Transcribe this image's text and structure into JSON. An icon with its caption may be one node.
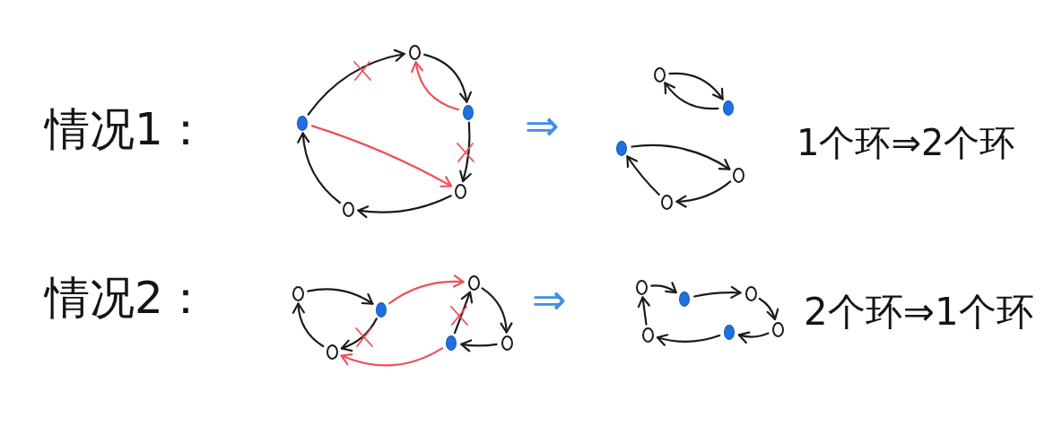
{
  "diagram": {
    "nodes": [
      {
        "text": [],
        "shape": "dot"
      },
      {
        "text": [],
        "shape": "circle"
      },
      {
        "text": [],
        "shape": "dot"
      },
      {
        "text": [],
        "shape": "circle"
      },
      {
        "text": [],
        "shape": "circle"
      },
      {
        "text": [],
        "shape": "circle"
      },
      {
        "text": [],
        "shape": "dot"
      },
      {
        "text": [],
        "shape": "dot"
      },
      {
        "text": [],
        "shape": "circle"
      },
      {
        "text": [],
        "shape": "circle"
      },
      {
        "text": [],
        "shape": "circle"
      },
      {
        "text": [],
        "shape": "dot"
      },
      {
        "text": [],
        "shape": "circle"
      },
      {
        "text": [],
        "shape": "circle"
      },
      {
        "text": [],
        "shape": "dot"
      },
      {
        "text": [],
        "shape": "circle"
      },
      {
        "text": [],
        "shape": "circle"
      },
      {
        "text": [],
        "shape": "dot"
      },
      {
        "text": [],
        "shape": "circle"
      },
      {
        "text": [],
        "shape": "circle"
      },
      {
        "text": [],
        "shape": "dot"
      },
      {
        "text": [],
        "shape": "circle"
      }
    ],
    "edges": [
      {
        "from": 0,
        "to": 1,
        "arrow": "to"
      },
      {
        "from": 1,
        "to": 2,
        "arrow": "to"
      },
      {
        "from": 2,
        "to": 1,
        "arrow": "to",
        "color": "#ef4f5a"
      },
      {
        "from": 2,
        "to": 3,
        "arrow": "to"
      },
      {
        "from": 0,
        "to": 3,
        "arrow": "to",
        "color": "#ef4f5a"
      },
      {
        "from": 3,
        "to": 4,
        "arrow": "to"
      },
      {
        "from": 4,
        "to": 0,
        "arrow": "to"
      },
      {
        "from": 5,
        "to": 6,
        "arrow": "to"
      },
      {
        "from": 6,
        "to": 5,
        "arrow": "to"
      },
      {
        "from": 7,
        "to": 8,
        "arrow": "to"
      },
      {
        "from": 8,
        "to": 9,
        "arrow": "to"
      },
      {
        "from": 9,
        "to": 7,
        "arrow": "to"
      },
      {
        "from": 10,
        "to": 11,
        "arrow": "to"
      },
      {
        "from": 11,
        "to": 12,
        "arrow": "to"
      },
      {
        "from": 12,
        "to": 10,
        "arrow": "to"
      },
      {
        "from": 11,
        "to": 13,
        "arrow": "to",
        "color": "#ef4f5a"
      },
      {
        "from": 14,
        "to": 13,
        "arrow": "to"
      },
      {
        "from": 13,
        "to": 15,
        "arrow": "to"
      },
      {
        "from": 15,
        "to": 14,
        "arrow": "to"
      },
      {
        "from": 14,
        "to": 12,
        "arrow": "to",
        "color": "#ef4f5a"
      },
      {
        "from": 16,
        "to": 17,
        "arrow": "to"
      },
      {
        "from": 17,
        "to": 18,
        "arrow": "to"
      },
      {
        "from": 18,
        "to": 19,
        "arrow": "to"
      },
      {
        "from": 19,
        "to": 20,
        "arrow": "to"
      },
      {
        "from": 20,
        "to": 21,
        "arrow": "to"
      },
      {
        "from": 21,
        "to": 16,
        "arrow": "to"
      }
    ],
    "labels": [
      "情况1：",
      "⇒",
      "1个环⇒2个环",
      "情况2：",
      "⇒",
      "2个环⇒1个环"
    ]
  }
}
